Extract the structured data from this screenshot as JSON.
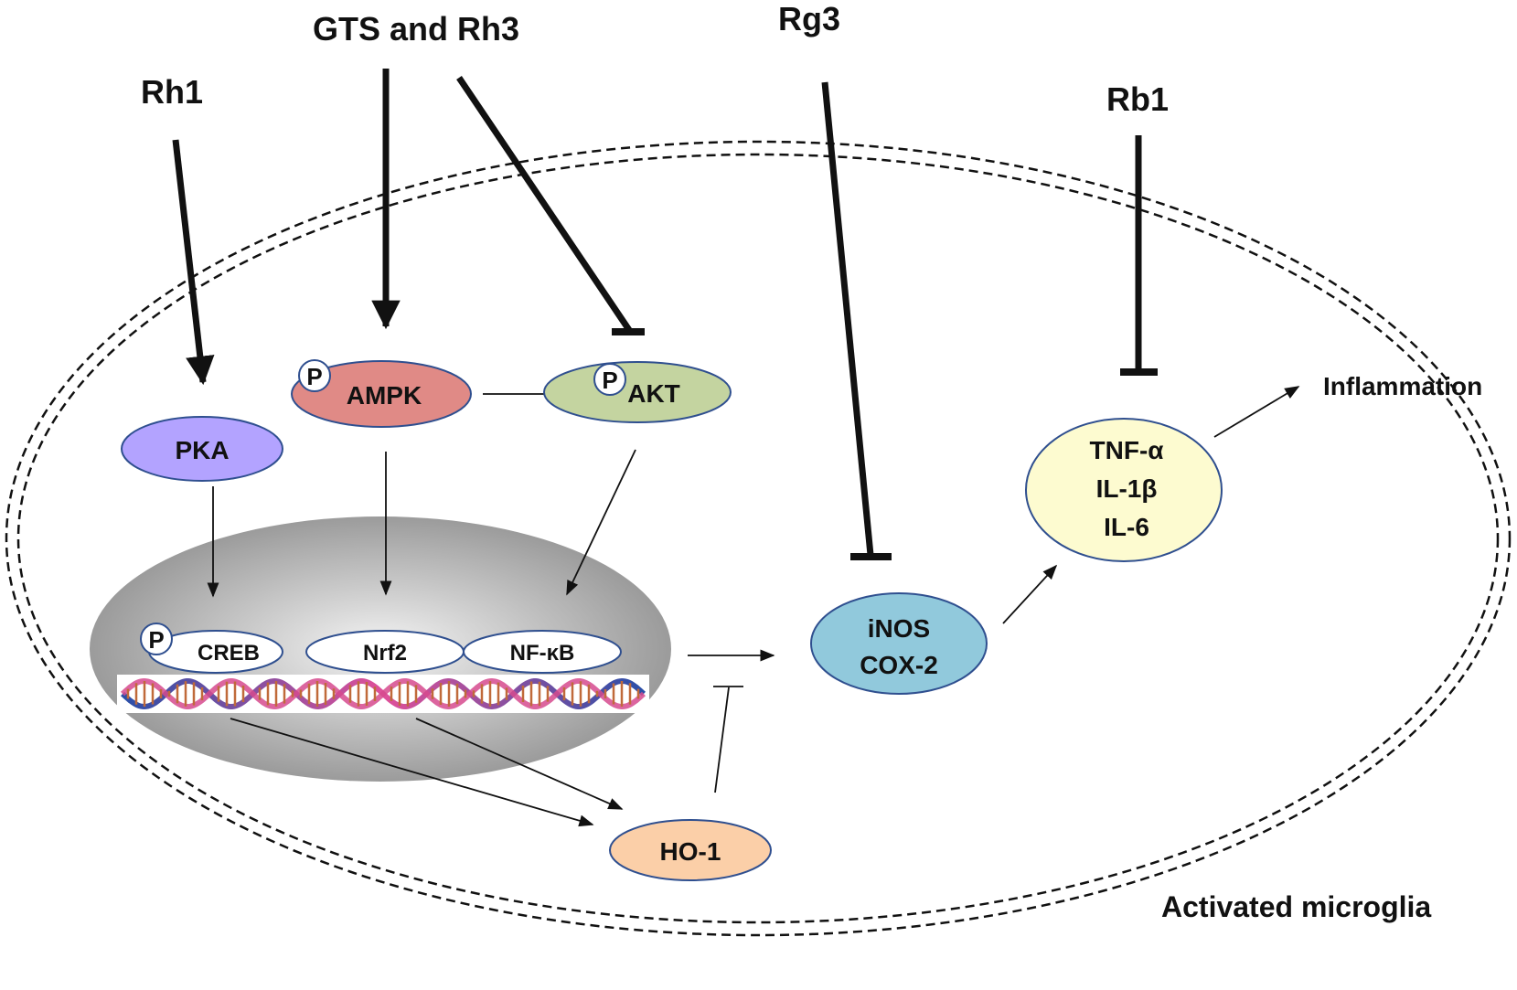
{
  "drugs": {
    "rh1": "Rh1",
    "gts_rh3": "GTS and Rh3",
    "rg3": "Rg3",
    "rb1": "Rb1"
  },
  "nodes": {
    "pka": "PKA",
    "ampk": "AMPK",
    "akt": "AKT",
    "creb": "CREB",
    "nrf2": "Nrf2",
    "nfkb": "NF-κB",
    "inos": "iNOS",
    "cox2": "COX-2",
    "tnfa": "TNF-α",
    "il1b": "IL-1β",
    "il6": "IL-6",
    "ho1": "HO-1"
  },
  "phospho_mark": "P",
  "labels": {
    "inflammation": "Inflammation",
    "cell": "Activated microglia"
  },
  "colors": {
    "pka": "#b3a3ff",
    "ampk": "#e08a86",
    "akt": "#c4d4a0",
    "inos_cox2": "#91c9dc",
    "cytokines": "#fdfbd0",
    "ho1": "#fbcfa8",
    "ellipse_border": "#2f4f8f",
    "nucleus_center": "#f4f4f4",
    "nucleus_edge": "#9b9b9b"
  }
}
